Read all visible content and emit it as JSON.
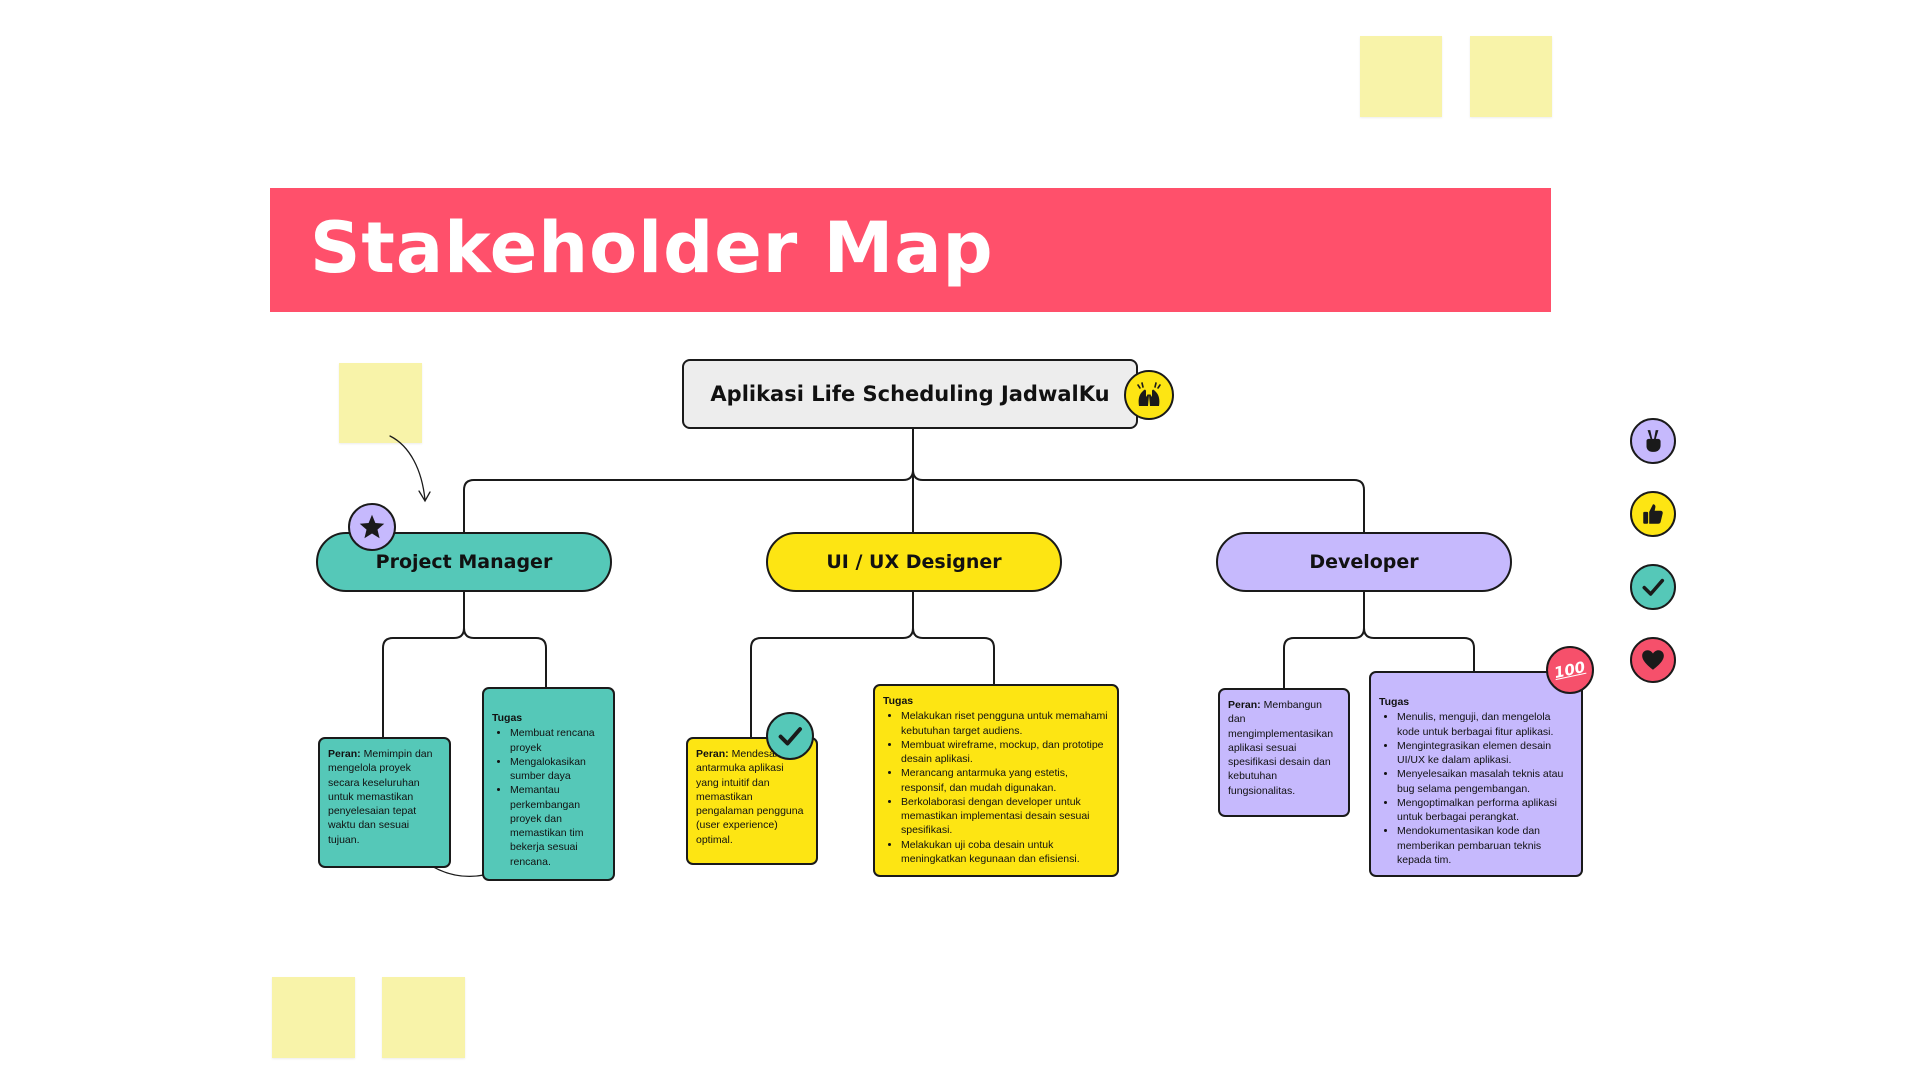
{
  "title": "Stakeholder Map",
  "root": {
    "label": "Aplikasi Life Scheduling JadwalKu"
  },
  "roles": [
    {
      "name": "Project Manager",
      "peran_label": "Peran:",
      "peran_text": "Memimpin dan mengelola proyek secara keseluruhan untuk memastikan penyelesaian tepat waktu dan sesuai tujuan.",
      "tugas_label": "Tugas",
      "tugas": [
        "Membuat rencana proyek",
        "Mengalokasikan sumber daya",
        "Memantau perkembangan proyek dan memastikan tim bekerja sesuai rencana."
      ]
    },
    {
      "name": "UI / UX Designer",
      "peran_label": "Peran:",
      "peran_text": "Mendesain antarmuka aplikasi yang intuitif dan memastikan pengalaman pengguna (user experience) optimal.",
      "tugas_label": "Tugas",
      "tugas": [
        "Melakukan riset pengguna untuk memahami kebutuhan target audiens.",
        "Membuat wireframe, mockup, dan prototipe desain aplikasi.",
        "Merancang antarmuka yang estetis, responsif, dan mudah digunakan.",
        "Berkolaborasi dengan developer untuk memastikan implementasi desain sesuai spesifikasi.",
        "Melakukan uji coba desain untuk meningkatkan kegunaan dan efisiensi."
      ]
    },
    {
      "name": "Developer",
      "peran_label": "Peran:",
      "peran_text": "Membangun dan mengimplementasikan aplikasi sesuai spesifikasi desain dan kebutuhan fungsionalitas.",
      "tugas_label": "Tugas",
      "tugas": [
        "Menulis, menguji, dan mengelola kode untuk berbagai fitur aplikasi.",
        "Mengintegrasikan elemen desain UI/UX ke dalam aplikasi.",
        "Menyelesaikan masalah teknis atau bug selama pengembangan.",
        "Mengoptimalkan performa aplikasi untuk berbagai perangkat.",
        "Mendokumentasikan kode dan memberikan pembaruan teknis kepada tim."
      ]
    }
  ],
  "badges": {
    "hundred_text": "100"
  },
  "icons": [
    "raising-hands-icon",
    "star-icon",
    "check-icon",
    "hundred-points-icon",
    "victory-hand-icon",
    "thumbs-up-icon",
    "heart-icon"
  ],
  "colors": {
    "banner": "#ff506b",
    "teal": "#55c8b8",
    "yellow": "#fde513",
    "purple": "#c6b9fd",
    "sticky": "#f8f3a9",
    "red": "#f6506b"
  }
}
